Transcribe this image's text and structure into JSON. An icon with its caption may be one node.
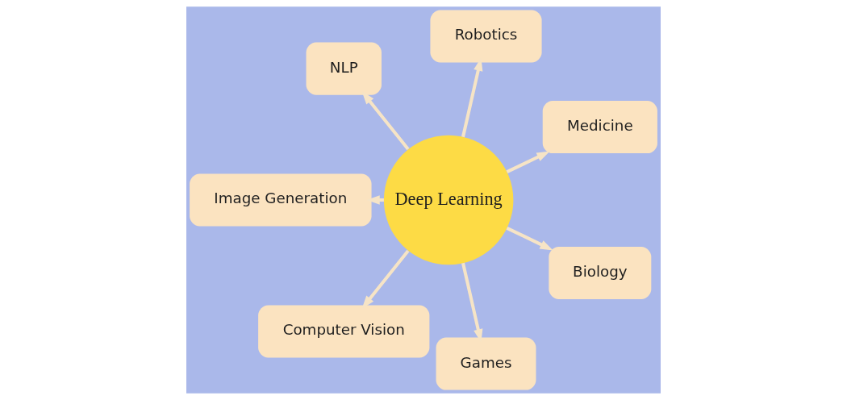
{
  "diagram": {
    "nodes": [
      {
        "text": [
          "Deep Learning"
        ]
      },
      {
        "text": [
          "Medicine"
        ]
      },
      {
        "text": [
          "Robotics"
        ]
      },
      {
        "text": [
          "NLP"
        ]
      },
      {
        "text": [
          "Image Generation"
        ]
      },
      {
        "text": [
          "Computer Vision"
        ]
      },
      {
        "text": [
          "Games"
        ]
      },
      {
        "text": [
          "Biology"
        ]
      }
    ],
    "edges": [
      {
        "from": 0,
        "to": 1,
        "arrow": "to"
      },
      {
        "from": 0,
        "to": 2,
        "arrow": "to"
      },
      {
        "from": 0,
        "to": 3,
        "arrow": "to"
      },
      {
        "from": 0,
        "to": 4,
        "arrow": "to"
      },
      {
        "from": 0,
        "to": 5,
        "arrow": "to"
      },
      {
        "from": 0,
        "to": 6,
        "arrow": "to"
      },
      {
        "from": 0,
        "to": 7,
        "arrow": "to"
      }
    ]
  }
}
